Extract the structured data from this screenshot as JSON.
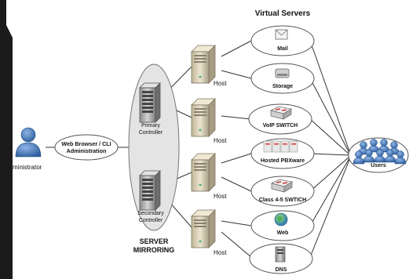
{
  "title": "Virtual Servers",
  "admin": {
    "label": "Administrator",
    "label_visible": "ministrator"
  },
  "client": {
    "line1": "Web Browser / CLI",
    "line2": "Administration"
  },
  "controllers": {
    "primary_line1": "Primary",
    "primary_line2": "Controller",
    "secondary_line1": "Secondary",
    "secondary_line2": "Controller",
    "mirroring_line1": "SERVER",
    "mirroring_line2": "MIRRORING"
  },
  "hosts": [
    {
      "label": "Host"
    },
    {
      "label": "Host"
    },
    {
      "label": "Host"
    },
    {
      "label": "Host"
    }
  ],
  "servers": [
    {
      "label": "Mail",
      "icon": "mail-icon"
    },
    {
      "label": "Storage",
      "icon": "storage-icon"
    },
    {
      "label": "VoIP SWITCH",
      "icon": "switch-icon"
    },
    {
      "label": "Hosted PBXware",
      "icon": "rack-icon"
    },
    {
      "label": "Class 4-5 SWTICH",
      "icon": "switch-icon"
    },
    {
      "label": "Web",
      "icon": "globe-icon"
    },
    {
      "label": "DNS",
      "icon": "dns-server-icon"
    }
  ],
  "users": {
    "label": "Users"
  },
  "colors": {
    "dark_band": "#1b1b1b",
    "user_blue": "#3a6fb3",
    "server_tan": "#d9cfb4",
    "line": "#333333",
    "ellipse_stroke": "#555555",
    "ellipse_fill": "#ffffff",
    "mirror_fill": "#e4e4e4"
  }
}
